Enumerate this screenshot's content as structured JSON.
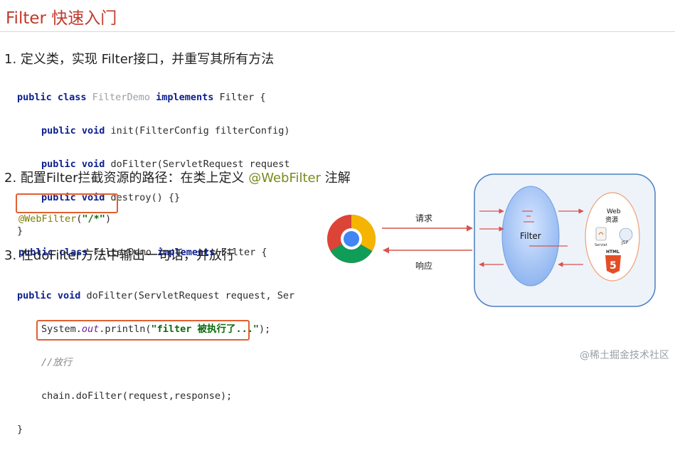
{
  "title": "Filter 快速入门",
  "steps": [
    {
      "prefix": "1. 定义类，实现 Filter接口，并重写其所有方法",
      "highlight": ""
    },
    {
      "prefix": "2. 配置Filter拦截资源的路径：在类上定义 ",
      "highlight": "@WebFilter",
      "suffix": " 注解"
    },
    {
      "prefix": "3. 在doFilter方法中输出一句话，并放行",
      "highlight": ""
    }
  ],
  "code1": {
    "line1": {
      "kw": "public class ",
      "cls": "FilterDemo",
      "kw2": " implements",
      "rest": " Filter {"
    },
    "line2": {
      "kw": "public void ",
      "rest": "init(FilterConfig filterConfig)"
    },
    "line3": {
      "kw": "public void ",
      "rest": "doFilter(ServletRequest request"
    },
    "line4": {
      "kw": "public void ",
      "rest": "destroy() {}"
    },
    "line5": "}"
  },
  "code2": {
    "line1": {
      "ann": "@WebFilter",
      "p1": "(",
      "str": "\"/*\"",
      "p2": ")"
    },
    "line2": {
      "kw": "public class ",
      "name": "FilterDemo",
      "kw2": " implements",
      "rest": " Filter {"
    }
  },
  "code3": {
    "line1": {
      "kw": "public void ",
      "rest": "doFilter(ServletRequest request, Ser"
    },
    "line2": {
      "pre": "System.",
      "it": "out",
      "mid": ".println(",
      "str": "\"filter 被执行了...\"",
      "post": ");"
    },
    "line3": "//放行",
    "line4": "chain.doFilter(request,response);",
    "line5": "}"
  },
  "diagram": {
    "request_label": "请求",
    "response_label": "响应",
    "filter_label": "Filter",
    "web_label_1": "Web",
    "web_label_2": "资源",
    "servlet_label": "Servlet",
    "jsp_label": "JSP",
    "html_label": "HTML",
    "html_badge": "5"
  },
  "watermark": "@稀土掘金技术社区",
  "colors": {
    "title": "#c0392b",
    "box": "#e06030",
    "annotation": "#7a8a1a"
  }
}
